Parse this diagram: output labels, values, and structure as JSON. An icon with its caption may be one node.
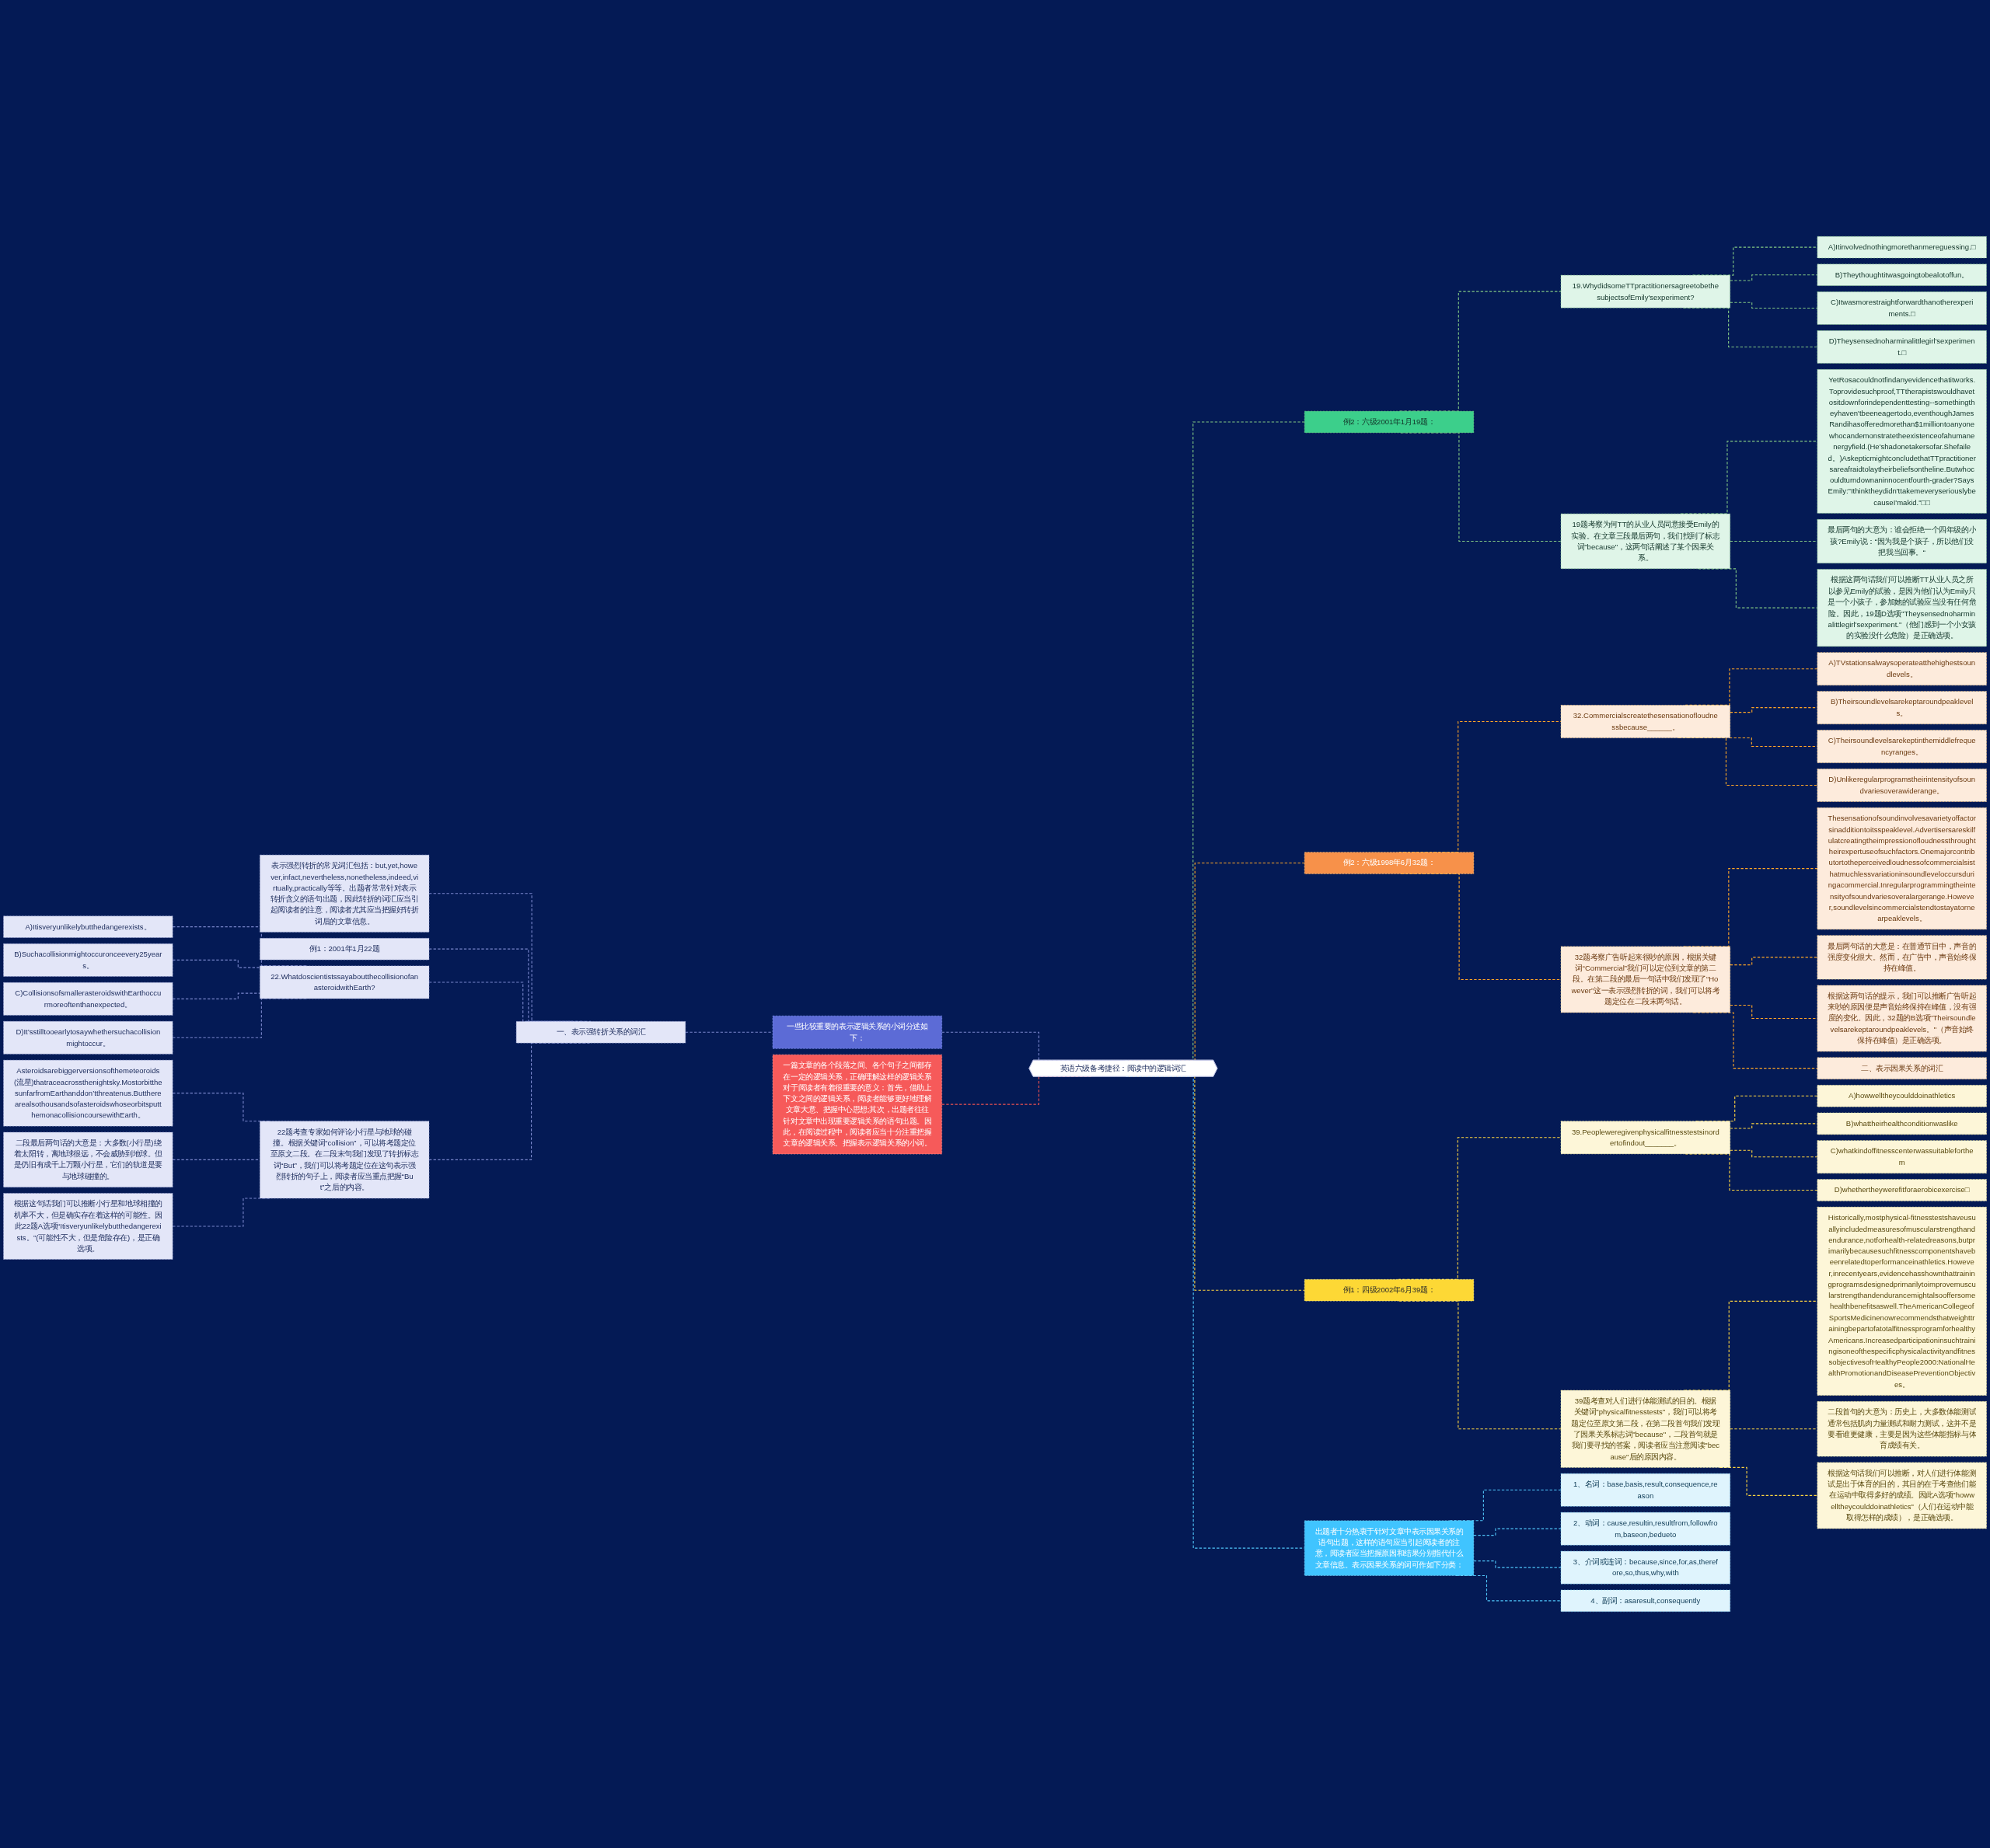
{
  "diagram": {
    "nodes": [
      {
        "text": [
          "英语六级备考捷径：阅读中的逻辑词汇"
        ]
      },
      {
        "text": [
          "一些比较重要的表示逻辑关系的小词分述如下："
        ]
      },
      {
        "text": [
          "一、表示强转折关系的词汇"
        ]
      },
      {
        "text": [
          "表示强烈转折的常见词汇包括：but,yet,however,infact,nevertheless,nonetheless,indeed,virtually,practically等等。出题者常常针对表示转折含义的语句出题，因此转折的词汇应当引起阅读者的注意，阅读者尤其应当把握好转折词后的文章信息。"
        ]
      },
      {
        "text": [
          "例1：2001年1月22题"
        ]
      },
      {
        "text": [
          "22.WhatdoscientistssayaboutthecollisionofanasteroidwithEarth?"
        ]
      },
      {
        "text": [
          "A)Itisveryunlikelybutthedangerexists。"
        ]
      },
      {
        "text": [
          "B)Suchacollisionmightoccuronceevery25years。"
        ]
      },
      {
        "text": [
          "C)CollisionsofsmallerasteroidswithEarthoccurmoreoftenthanexpected。"
        ]
      },
      {
        "text": [
          "D)It’sstilltooearlytosaywhethersuchacollisionmightoccur。"
        ]
      },
      {
        "text": [
          "22题考查专家如何评论小行星与地球的碰撞。根据关键词“collision”，可以将考题定位至原文二段。在二段末句我们发现了转折标志词“But”，我们可以将考题定位在这句表示强烈转折的句子上，阅读者应当重点把握“But”之后的内容。"
        ]
      },
      {
        "text": [
          "Asteroidsarebiggerversionsofthemeteoroids(流星)thatraceacrossthenightsky.MostorbitthesunfarfromEarthanddon’tthreatenus.ButtherearealsothousandsofasteroidswhoseorbitsputthemonacollisioncoursewithEarth。"
        ]
      },
      {
        "text": [
          "二段最后两句话的大意是：大多数(小行星)绕着太阳转，离地球很远，不会威胁到地球。但是仍旧有成千上万颗小行星，它们的轨道是要与地球碰撞的。"
        ]
      },
      {
        "text": [
          "根据这句话我们可以推断小行星和地球相撞的机率不大，但是确实存在着这样的可能性。因此22题A选项“Itisveryunlikelybutthedangerexists。”(可能性不大，但是危险存在)，是正确选项。"
        ]
      },
      {
        "text": [
          "出题者十分热衷于针对文章中表示因果关系的语句出题，这样的语句应当引起阅读者的注意，阅读者应当把握原因和结果分别指代什么文章信息。表示因果关系的词可作如下分类："
        ]
      },
      {
        "text": [
          "1、名词：base,basis,result,consequence,reason"
        ]
      },
      {
        "text": [
          "2、动词：cause,resultin,resultfrom,followfrom,baseon,bedueto"
        ]
      },
      {
        "text": [
          "3、介词或连词：because,since,for,as,therefore,so,thus,why,with"
        ]
      },
      {
        "text": [
          "4、副词：asaresult,consequently"
        ]
      },
      {
        "text": [
          "例2：六级2001年1月19题："
        ]
      },
      {
        "text": [
          "19.WhydidsomeTTpractitionersagreetobethesubjectsofEmily'sexperiment?"
        ]
      },
      {
        "text": [
          "A)Itinvolvednothingmorethanmereguessing.□"
        ]
      },
      {
        "text": [
          "B)Theythoughtitwasgoingtobealotoffun。"
        ]
      },
      {
        "text": [
          "C)Itwasmorestraightforwardthanotherexperiments.□"
        ]
      },
      {
        "text": [
          "D)Theysensednoharminalittlegirl'sexperiment.□"
        ]
      },
      {
        "text": [
          "19题考察为何TT的从业人员同意接受Emily的实验。在文章三段最后两句，我们找到了标志词\"because\"，这两句话阐述了某个因果关系。"
        ]
      },
      {
        "text": [
          "YetRosacouldnotfindanyevidencethatitworks.Toprovidesuchproof,TTtherapistswouldhavetositdownforindependenttesting--somethingtheyhaven'tbeeneagertodo,eventhoughJamesRandihasofferedmorethan$1milliontoanyonewhocandemonstratetheexistenceofahumanenergyfield.(He'shadonetakersofar.Shefailed。)AskepticmightconcludethatTTpractitionersareafraidtolaytheirbeliefsontheline.Butwhocouldturndownaninnocentfourth-grader?SaysEmily:\"Ithinktheydidn'ttakemeveryseriouslybecauseI'makid.\"□□"
        ]
      },
      {
        "text": [
          "最后两句的大意为：谁会拒绝一个四年级的小孩?Emily说：“因为我是个孩子，所以他们没把我当回事。“"
        ]
      },
      {
        "text": [
          "根据这两句话我们可以推断TT从业人员之所以参见Emily的试验，是因为他们认为Emily只是一个小孩子，参加她的试验应当没有任何危险。因此，19题D选项\"Theysensednoharminalittlegirl'sexperiment.\"（他们感到一个小女孩的实验没什么危险）是正确选项。"
        ]
      },
      {
        "text": [
          "一篇文章的各个段落之间、各个句子之间都存在一定的逻辑关系，正确理解这样的逻辑关系对于阅读者有着很重要的意义：首先，借助上下文之间的逻辑关系，阅读者能够更好地理解文章大意、把握中心思想;其次，出题者往往针对文章中出现重要逻辑关系的语句出题。因此，在阅读过程中，阅读者应当十分注重把握文章的逻辑关系、把握表示逻辑关系的小词。"
        ]
      },
      {
        "text": [
          "例2：六级1998年6月32题："
        ]
      },
      {
        "text": [
          "32.Commercialscreatethesensationofloudnessbecause______。"
        ]
      },
      {
        "text": [
          "A)TVstationsalwaysoperateatthehighestsoundlevels。"
        ]
      },
      {
        "text": [
          "B)Theirsoundlevelsarekeptaroundpeaklevels。"
        ]
      },
      {
        "text": [
          "C)Theirsoundlevelsarekeptinthemiddlefrequencyranges。"
        ]
      },
      {
        "text": [
          "D)Unlikeregularprogramstheirintensityofsoundvariesoverawiderange。"
        ]
      },
      {
        "text": [
          "32题考察广告听起来很吵的原因，根据关键词“Commercial”我们可以定位到文章的第二段。在第二段的最后一句话中我们发现了“However”这一表示强烈转折的词，我们可以将考题定位在二段末两句话。"
        ]
      },
      {
        "text": [
          "Thesensationofsoundinvolvesavarietyoffactorsinadditiontoitsspeaklevel.Advertisersareskilfulatcreatingtheimpressionofloudnessthroughtheirexpertuseofsuchfactors.Onemajorcontributortotheperceivedloudnessofcommercialsisthatmuchlessvariationinsoundleveloccursduringacommercial.Inregularprogrammingtheintensityofsoundvariesoveralargerange.However,soundlevelsincommercialstendtostayatornearpeaklevels。"
        ]
      },
      {
        "text": [
          "最后两句话的大意是：在普通节目中，声音的强度变化很大。然而，在广告中，声音始终保持在峰值。"
        ]
      },
      {
        "text": [
          "根据这两句话的提示，我们可以推断广告听起来吵的原因便是声音始终保持在峰值，没有强度的变化。因此，32题的B选项\"Theirsoundlevelsarekeptaroundpeaklevels。\"（声音始终保持在峰值）是正确选项。"
        ]
      },
      {
        "text": [
          "二、表示因果关系的词汇"
        ]
      },
      {
        "text": [
          "例1：四级2002年6月39题："
        ]
      },
      {
        "text": [
          "39.Peopleweregivenphysicalfitnesstestsinordertofindout_______。"
        ]
      },
      {
        "text": [
          "A)howwelltheycoulddoinathletics"
        ]
      },
      {
        "text": [
          "B)whattheirhealthconditionwaslike"
        ]
      },
      {
        "text": [
          "C)whatkindoffitnesscenterwassuitableforthem"
        ]
      },
      {
        "text": [
          "D)whethertheywerefitforaerobicexercise□"
        ]
      },
      {
        "text": [
          "39题考查对人们进行体能测试的目的。根据关键词\"physicalfitnesstests\"，我们可以将考题定位至原文第二段，在第二段首句我们发现了因果关系标志词\"because\"，二段首句就是我们要寻找的答案，阅读者应当注意阅读\"because\"后的原因内容。"
        ]
      },
      {
        "text": [
          "Historically,mostphysical-fitnesstestshaveusuallyincludedmeasuresofmuscularstrengthandendurance,notforhealth-relatedreasons,butprimarilybecausesuchfitnesscomponentshavebeenrelatedtoperformanceinathletics.However,inrecentyears,evidencehasshownthattrainingprogramsdesignedprimarilytoimprovemuscularstrengthandendurancemightalsooffersomehealthbenefitsaswell.TheAmericanCollegeofSportsMedicinenowrecommendsthatweighttrainingbepartofatotalfitnessprogramforhealthyAmericans.IncreasedparticipationinsuchtrainingisoneofthespecificphysicalactivityandfitnessobjectivesofHealthyPeople2000:NationalHealthPromotionandDiseasePreventionObjectives。"
        ]
      },
      {
        "text": [
          "二段首句的大意为：历史上，大多数体能测试通常包括肌肉力量测试和耐力测试，这并不是要看谁更健康，主要是因为这些体能指标与体育成绩有关。"
        ]
      },
      {
        "text": [
          "根据这句话我们可以推断，对人们进行体能测试是出于体育的目的，其目的在于考查他们能在运动中取得多好的成绩。因此A选项\"howwelltheycoulddoinathletics\"（人们在运动中能取得怎样的成绩），是正确选项。"
        ]
      }
    ],
    "edges": [
      {
        "from": 1,
        "to": 0,
        "arrow": "none",
        "style": "dashed",
        "color": "#7986cb"
      },
      {
        "from": 2,
        "to": 1,
        "arrow": "none",
        "style": "dashed",
        "color": "#7986cb"
      },
      {
        "from": 3,
        "to": 2,
        "arrow": "none",
        "style": "dashed",
        "color": "#7986cb"
      },
      {
        "from": 4,
        "to": 2,
        "arrow": "none",
        "style": "dashed",
        "color": "#7986cb"
      },
      {
        "from": 5,
        "to": 2,
        "arrow": "none",
        "style": "dashed",
        "color": "#7986cb"
      },
      {
        "from": 6,
        "to": 5,
        "arrow": "none",
        "style": "dashed",
        "color": "#7986cb"
      },
      {
        "from": 7,
        "to": 5,
        "arrow": "none",
        "style": "dashed",
        "color": "#7986cb"
      },
      {
        "from": 8,
        "to": 5,
        "arrow": "none",
        "style": "dashed",
        "color": "#7986cb"
      },
      {
        "from": 9,
        "to": 5,
        "arrow": "none",
        "style": "dashed",
        "color": "#7986cb"
      },
      {
        "from": 10,
        "to": 2,
        "arrow": "none",
        "style": "dashed",
        "color": "#7986cb"
      },
      {
        "from": 11,
        "to": 10,
        "arrow": "none",
        "style": "dashed",
        "color": "#7986cb"
      },
      {
        "from": 12,
        "to": 10,
        "arrow": "none",
        "style": "dashed",
        "color": "#7986cb"
      },
      {
        "from": 13,
        "to": 10,
        "arrow": "none",
        "style": "dashed",
        "color": "#7986cb"
      },
      {
        "from": 0,
        "to": 19,
        "arrow": "none",
        "style": "dashed",
        "color": "#81c784"
      },
      {
        "from": 19,
        "to": 20,
        "arrow": "none",
        "style": "dashed",
        "color": "#81c784"
      },
      {
        "from": 20,
        "to": 21,
        "arrow": "none",
        "style": "dashed",
        "color": "#81c784"
      },
      {
        "from": 20,
        "to": 22,
        "arrow": "none",
        "style": "dashed",
        "color": "#81c784"
      },
      {
        "from": 20,
        "to": 23,
        "arrow": "none",
        "style": "dashed",
        "color": "#81c784"
      },
      {
        "from": 20,
        "to": 24,
        "arrow": "none",
        "style": "dashed",
        "color": "#81c784"
      },
      {
        "from": 19,
        "to": 25,
        "arrow": "none",
        "style": "dashed",
        "color": "#81c784"
      },
      {
        "from": 25,
        "to": 26,
        "arrow": "none",
        "style": "dashed",
        "color": "#81c784"
      },
      {
        "from": 25,
        "to": 27,
        "arrow": "none",
        "style": "dashed",
        "color": "#81c784"
      },
      {
        "from": 25,
        "to": 28,
        "arrow": "none",
        "style": "dashed",
        "color": "#81c784"
      },
      {
        "from": 29,
        "to": 0,
        "arrow": "none",
        "style": "dashed",
        "color": "#ef5350"
      },
      {
        "from": 0,
        "to": 30,
        "arrow": "none",
        "style": "dashed",
        "color": "#ffa726"
      },
      {
        "from": 30,
        "to": 31,
        "arrow": "none",
        "style": "dashed",
        "color": "#ffa726"
      },
      {
        "from": 31,
        "to": 32,
        "arrow": "none",
        "style": "dashed",
        "color": "#ffa726"
      },
      {
        "from": 31,
        "to": 33,
        "arrow": "none",
        "style": "dashed",
        "color": "#ffa726"
      },
      {
        "from": 31,
        "to": 34,
        "arrow": "none",
        "style": "dashed",
        "color": "#ffa726"
      },
      {
        "from": 31,
        "to": 35,
        "arrow": "none",
        "style": "dashed",
        "color": "#ffa726"
      },
      {
        "from": 30,
        "to": 36,
        "arrow": "none",
        "style": "dashed",
        "color": "#ffa726"
      },
      {
        "from": 36,
        "to": 37,
        "arrow": "none",
        "style": "dashed",
        "color": "#ffa726"
      },
      {
        "from": 36,
        "to": 38,
        "arrow": "none",
        "style": "dashed",
        "color": "#ffa726"
      },
      {
        "from": 36,
        "to": 39,
        "arrow": "none",
        "style": "dashed",
        "color": "#ffa726"
      },
      {
        "from": 36,
        "to": 40,
        "arrow": "none",
        "style": "dashed",
        "color": "#ffa726"
      },
      {
        "from": 0,
        "to": 41,
        "arrow": "none",
        "style": "dashed",
        "color": "#ffd740"
      },
      {
        "from": 41,
        "to": 42,
        "arrow": "none",
        "style": "dashed",
        "color": "#ffd740"
      },
      {
        "from": 42,
        "to": 43,
        "arrow": "none",
        "style": "dashed",
        "color": "#ffd740"
      },
      {
        "from": 42,
        "to": 44,
        "arrow": "none",
        "style": "dashed",
        "color": "#ffd740"
      },
      {
        "from": 42,
        "to": 45,
        "arrow": "none",
        "style": "dashed",
        "color": "#ffd740"
      },
      {
        "from": 42,
        "to": 46,
        "arrow": "none",
        "style": "dashed",
        "color": "#ffd740"
      },
      {
        "from": 41,
        "to": 47,
        "arrow": "none",
        "style": "dashed",
        "color": "#ffd740"
      },
      {
        "from": 47,
        "to": 48,
        "arrow": "none",
        "style": "dashed",
        "color": "#ffd740"
      },
      {
        "from": 47,
        "to": 49,
        "arrow": "none",
        "style": "dashed",
        "color": "#ffd740"
      },
      {
        "from": 47,
        "to": 50,
        "arrow": "none",
        "style": "dashed",
        "color": "#ffd740"
      },
      {
        "from": 0,
        "to": 14,
        "arrow": "none",
        "style": "dashed",
        "color": "#4fc3f7"
      },
      {
        "from": 14,
        "to": 15,
        "arrow": "none",
        "style": "dashed",
        "color": "#4fc3f7"
      },
      {
        "from": 14,
        "to": 16,
        "arrow": "none",
        "style": "dashed",
        "color": "#4fc3f7"
      },
      {
        "from": 14,
        "to": 17,
        "arrow": "none",
        "style": "dashed",
        "color": "#4fc3f7"
      },
      {
        "from": 14,
        "to": 18,
        "arrow": "none",
        "style": "dashed",
        "color": "#4fc3f7"
      }
    ]
  }
}
